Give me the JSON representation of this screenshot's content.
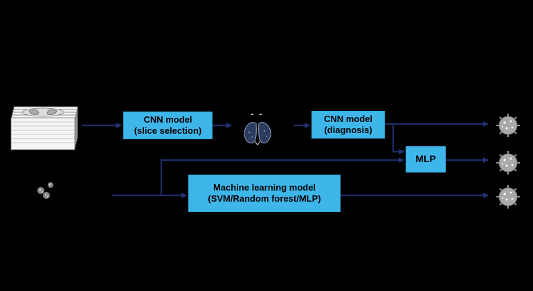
{
  "boxes": {
    "cnn_slice": {
      "line1": "CNN model",
      "line2": "(slice selection)"
    },
    "cnn_diagnosis": {
      "line1": "CNN model",
      "line2": "(diagnosis)"
    },
    "mlp": {
      "label": "MLP"
    },
    "ml_model": {
      "line1": "Machine learning model",
      "line2": "(SVM/Random forest/MLP)"
    }
  },
  "icons": {
    "ct_stack": "ct-slice-stack-icon",
    "lung_slice": "lung-ct-slice-icon",
    "clinical": "virus-cluster-icon",
    "output": "coronavirus-icon"
  },
  "colors": {
    "background": "#000000",
    "box_fill": "#3fb6ea",
    "arrow": "#1f2e6b"
  }
}
